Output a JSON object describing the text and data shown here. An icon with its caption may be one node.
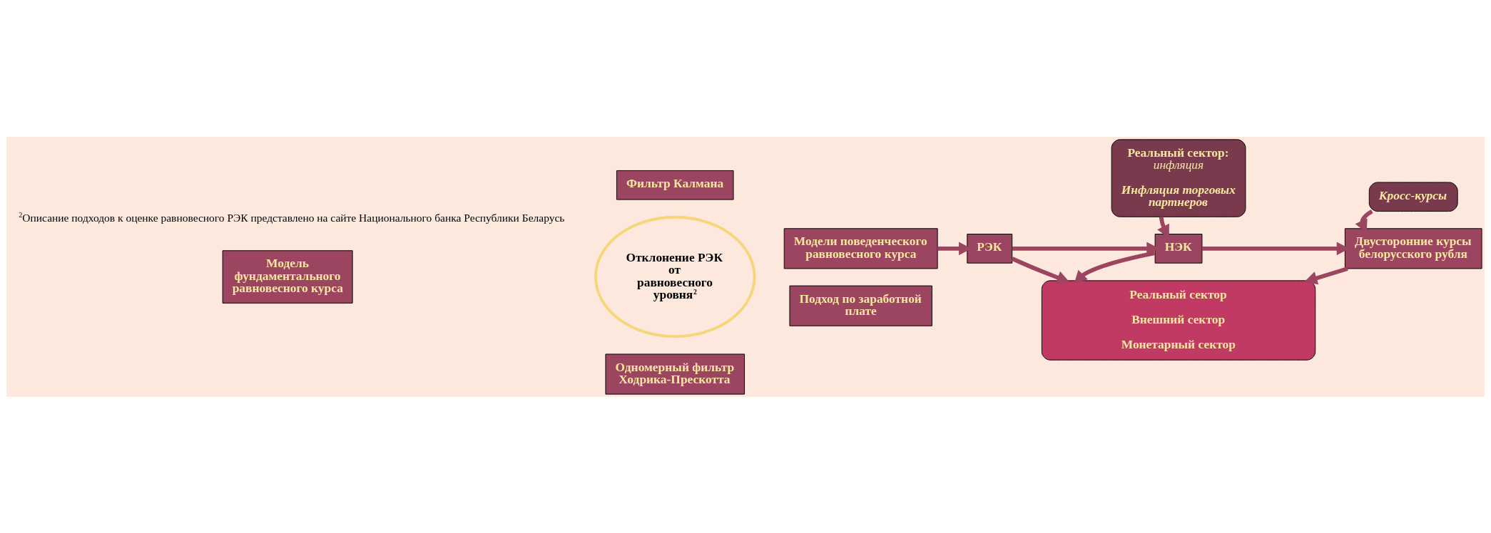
{
  "diagram": {
    "nodes": [
      {
        "text": [
          "Отклонение РЭК от равновесного уровня$^{2}$"
        ]
      },
      {
        "text": [
          "Фильтр Калмана"
        ]
      },
      {
        "text": [
          "Модель фундаментального равновесного курса"
        ]
      },
      {
        "text": [
          "Модели поведенческого равновесного курса"
        ]
      },
      {
        "text": [
          "Одномерный фильтр Ходрика-Прескотта"
        ]
      },
      {
        "text": [
          "Подход по заработной плате"
        ]
      },
      {
        "text": [
          "РЭК"
        ]
      },
      {
        "text": [
          "Реальный сектор:",
          "инфляция",
          "Инфляция торговых партнеров"
        ]
      },
      {
        "text": [
          "Кросс-курсы"
        ]
      },
      {
        "text": [
          "НЭК"
        ]
      },
      {
        "text": [
          "Двусторонние курсы белорусского рубля"
        ]
      },
      {
        "text": [
          "Реальный сектор",
          "Внешний сектор",
          "Монетарный сектор"
        ]
      }
    ],
    "edges": [
      {
        "from": 3,
        "to": 6,
        "arrow": "to"
      },
      {
        "from": 6,
        "to": 9,
        "arrow": "to"
      },
      {
        "from": 9,
        "to": 10,
        "arrow": "to"
      },
      {
        "from": 7,
        "to": 9,
        "arrow": "to"
      },
      {
        "from": 8,
        "to": 10,
        "arrow": "to"
      },
      {
        "from": 6,
        "to": 11,
        "arrow": "to"
      },
      {
        "from": 9,
        "to": 11,
        "arrow": "to"
      },
      {
        "from": 10,
        "to": 11,
        "arrow": "to"
      }
    ],
    "labels": [
      "$^{2}$Описание подходов к оценке равновесного РЭК представлено на сайте Национального банка Республики Беларусь"
    ]
  }
}
